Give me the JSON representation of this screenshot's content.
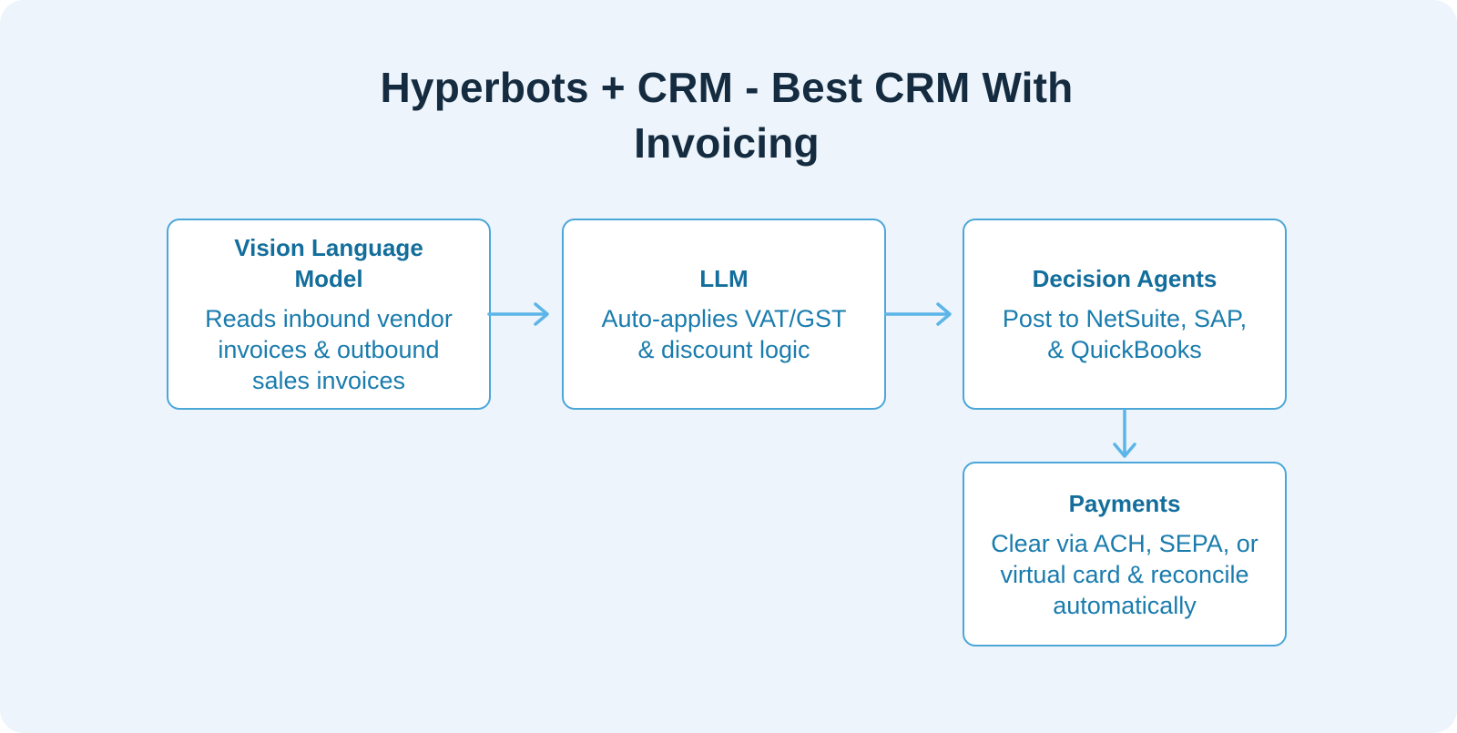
{
  "title": {
    "lines": [
      "Hyperbots + CRM - Best CRM With",
      "Invoicing"
    ]
  },
  "nodes": [
    {
      "id": "vision-language-model",
      "heading": "Vision Language Model",
      "body": "Reads inbound vendor invoices & outbound sales invoices"
    },
    {
      "id": "llm",
      "heading": "LLM",
      "body": "Auto-applies VAT/GST & discount logic"
    },
    {
      "id": "decision-agents",
      "heading": "Decision Agents",
      "body": "Post to NetSuite, SAP, & QuickBooks"
    },
    {
      "id": "payments",
      "heading": "Payments",
      "body": "Clear via ACH, SEPA, or virtual card & reconcile automatically"
    }
  ],
  "connections": [
    {
      "from": "vision-language-model",
      "to": "llm",
      "direction": "right"
    },
    {
      "from": "llm",
      "to": "decision-agents",
      "direction": "right"
    },
    {
      "from": "decision-agents",
      "to": "payments",
      "direction": "down"
    }
  ],
  "colors": {
    "canvas_background": "#edf4fb",
    "box_background": "#ffffff",
    "box_border": "#4ba7d8",
    "arrow": "#5cb5e8",
    "heading_text": "#136e9c",
    "body_text": "#1a7cad",
    "title_text": "#152c40"
  }
}
